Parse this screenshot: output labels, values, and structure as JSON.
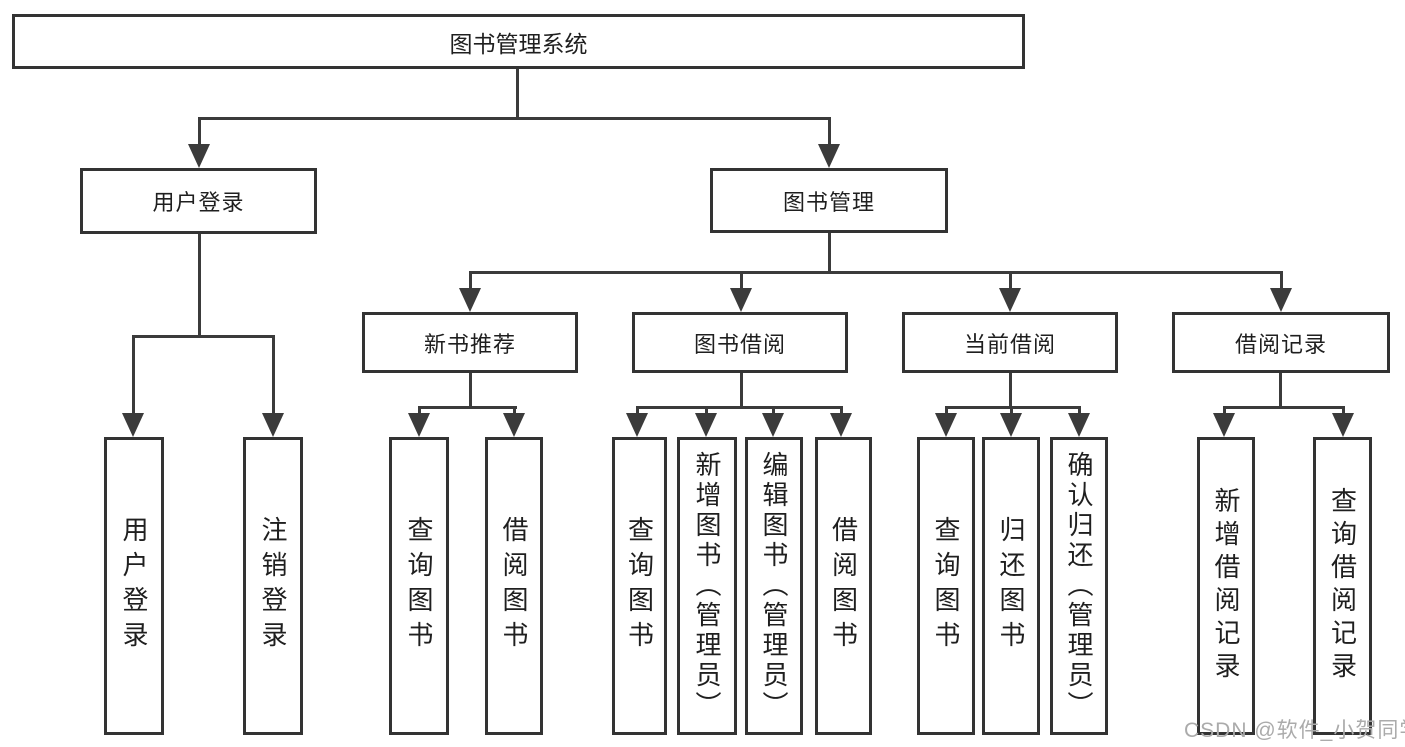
{
  "diagram_title": "图书管理系统",
  "nodes": {
    "root": "图书管理系统",
    "user_login": "用户登录",
    "book_mgmt": "图书管理",
    "new_book": "新书推荐",
    "book_borrow": "图书借阅",
    "current_borrow": "当前借阅",
    "borrow_records": "借阅记录"
  },
  "leaves": {
    "ul_login": "用户登录",
    "ul_logout": "注销登录",
    "nb_query": "查询图书",
    "nb_borrow": "借阅图书",
    "bb_query": "查询图书",
    "bb_add": "新增图书（管理员）",
    "bb_edit": "编辑图书（管理员）",
    "bb_borrow": "借阅图书",
    "cb_query": "查询图书",
    "cb_return": "归还图书",
    "cb_confirm": "确认归还（管理员）",
    "br_add": "新增借阅记录",
    "br_query": "查询借阅记录"
  },
  "colors": {
    "line": "#3b3b3b",
    "border": "#333333",
    "text": "#1f1f1f",
    "watermark": "#ababab",
    "background": "#ffffff"
  },
  "watermark": "CSDN @软件_小贺同学"
}
